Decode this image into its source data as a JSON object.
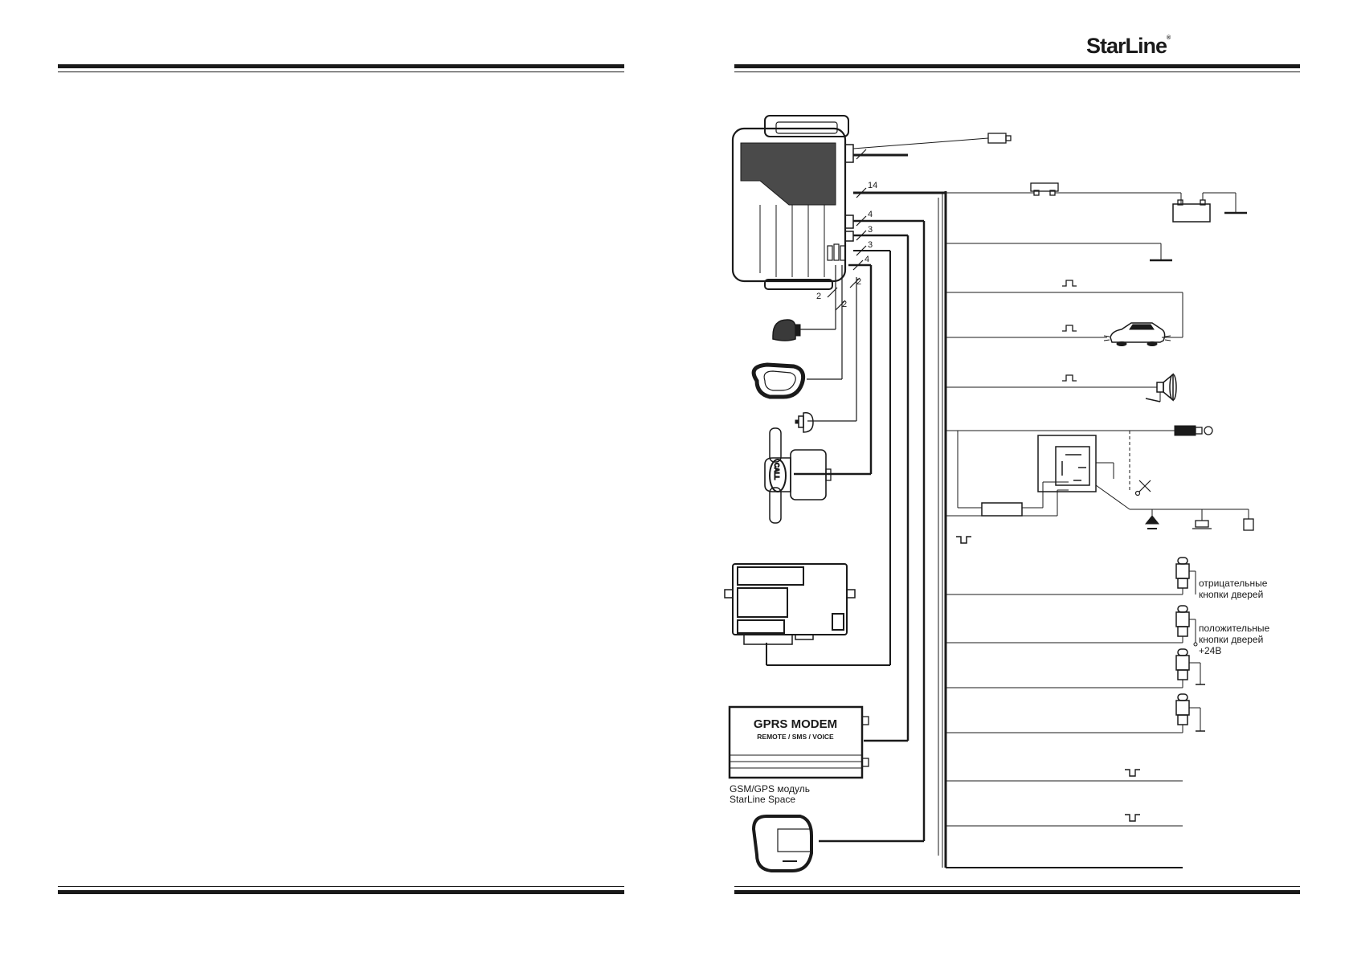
{
  "header": {
    "brand": "StarLine",
    "brand_mark": "®"
  },
  "wire_counts": {
    "main_harness": "14",
    "harness_a": "4",
    "harness_b": "3",
    "harness_c": "3",
    "harness_d": "4",
    "led_wires": "2",
    "button_wires": "2",
    "sensor_wires": "2"
  },
  "modem": {
    "title": "GPRS MODEM",
    "subtitle": "REMOTE / SMS / VOICE"
  },
  "modem_caption": {
    "line1": "GSM/GPS модуль",
    "line2": "StarLine Space"
  },
  "door_labels": {
    "negative_line1": "отрицательные",
    "negative_line2": "кнопки дверей",
    "positive_line1": "положительные",
    "positive_line2": "кнопки дверей",
    "positive_line3": "+24В"
  },
  "antenna_button": "CALL",
  "icons": [
    "alarm-unit-icon",
    "led-indicator-icon",
    "service-button-icon",
    "shock-sensor-icon",
    "antenna-transceiver-icon",
    "relay-module-icon",
    "gprs-modem-icon",
    "immobilizer-tag-icon",
    "fuse-icon",
    "battery-icon",
    "ground-icon",
    "car-lights-icon",
    "siren-icon",
    "ignition-key-icon",
    "relay-icon",
    "scissors-icon",
    "door-switch-icon",
    "pulse-icon"
  ]
}
